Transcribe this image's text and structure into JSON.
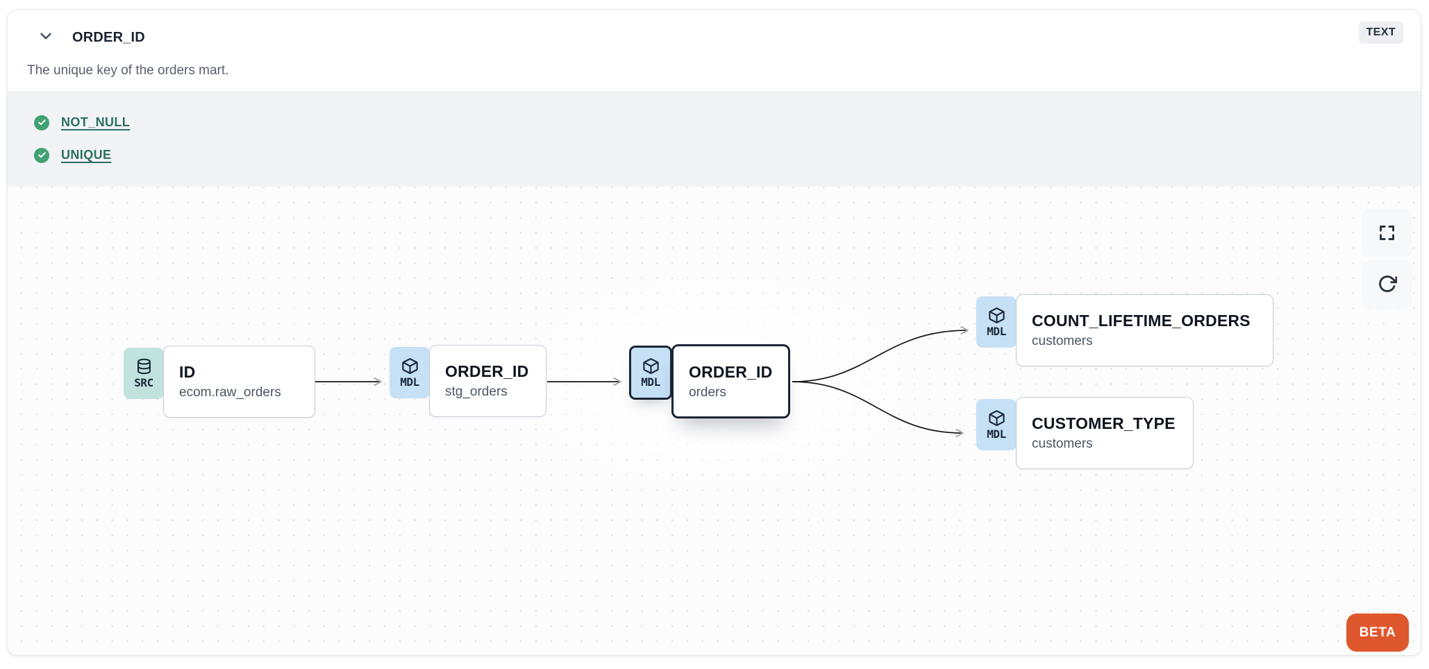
{
  "column": {
    "title": "ORDER_ID",
    "type_badge": "TEXT",
    "description": "The unique key of the orders mart."
  },
  "tests": [
    {
      "label": "NOT_NULL",
      "status": "passed"
    },
    {
      "label": "UNIQUE",
      "status": "passed"
    }
  ],
  "lineage": {
    "nodes": [
      {
        "kind": "SRC",
        "title": "ID",
        "subtitle": "ecom.raw_orders",
        "selected": false,
        "icon": "database-icon"
      },
      {
        "kind": "MDL",
        "title": "ORDER_ID",
        "subtitle": "stg_orders",
        "selected": false,
        "icon": "cube-icon"
      },
      {
        "kind": "MDL",
        "title": "ORDER_ID",
        "subtitle": "orders",
        "selected": true,
        "icon": "cube-icon"
      },
      {
        "kind": "MDL",
        "title": "COUNT_LIFETIME_ORDERS",
        "subtitle": "customers",
        "selected": false,
        "icon": "cube-icon"
      },
      {
        "kind": "MDL",
        "title": "CUSTOMER_TYPE",
        "subtitle": "customers",
        "selected": false,
        "icon": "cube-icon"
      }
    ],
    "edges": [
      {
        "from": "ID (ecom.raw_orders)",
        "to": "ORDER_ID (stg_orders)"
      },
      {
        "from": "ORDER_ID (stg_orders)",
        "to": "ORDER_ID (orders)"
      },
      {
        "from": "ORDER_ID (orders)",
        "to": "COUNT_LIFETIME_ORDERS (customers)"
      },
      {
        "from": "ORDER_ID (orders)",
        "to": "CUSTOMER_TYPE (customers)"
      }
    ]
  },
  "canvas_controls": {
    "fullscreen": "fullscreen",
    "refresh": "refresh"
  },
  "beta_badge": "BETA",
  "colors": {
    "src_badge": "#c0e3de",
    "mdl_badge": "#c6e0f6",
    "selected_border": "#1b2534",
    "test_pass_green": "#41a173",
    "test_link_teal": "#2d6e62",
    "beta_orange": "#df572c",
    "edge": "#161616"
  }
}
